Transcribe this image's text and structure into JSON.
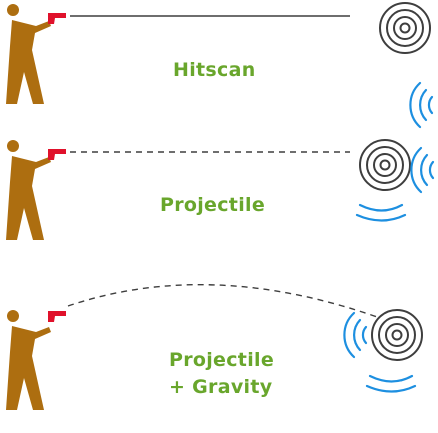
{
  "rows": [
    {
      "label_lines": [
        "Hitscan"
      ],
      "trajectory": "solid-straight",
      "ghost_targets": 2,
      "speed_lines": 0
    },
    {
      "label_lines": [
        "Projectile"
      ],
      "trajectory": "dashed-straight",
      "ghost_targets": 2,
      "speed_lines": 2
    },
    {
      "label_lines": [
        "Projectile",
        "+ Gravity"
      ],
      "trajectory": "dashed-arc",
      "ghost_targets": 2,
      "speed_lines": 2
    }
  ],
  "colors": {
    "label": "#69a62c",
    "figure": "#ad6e10",
    "gun": "#e0112b",
    "trajectory": "#3e3e3e",
    "target_ghost": "#1d8fe0"
  },
  "icons": [
    "shooter-figure-icon",
    "pistol-icon",
    "target-icon"
  ]
}
